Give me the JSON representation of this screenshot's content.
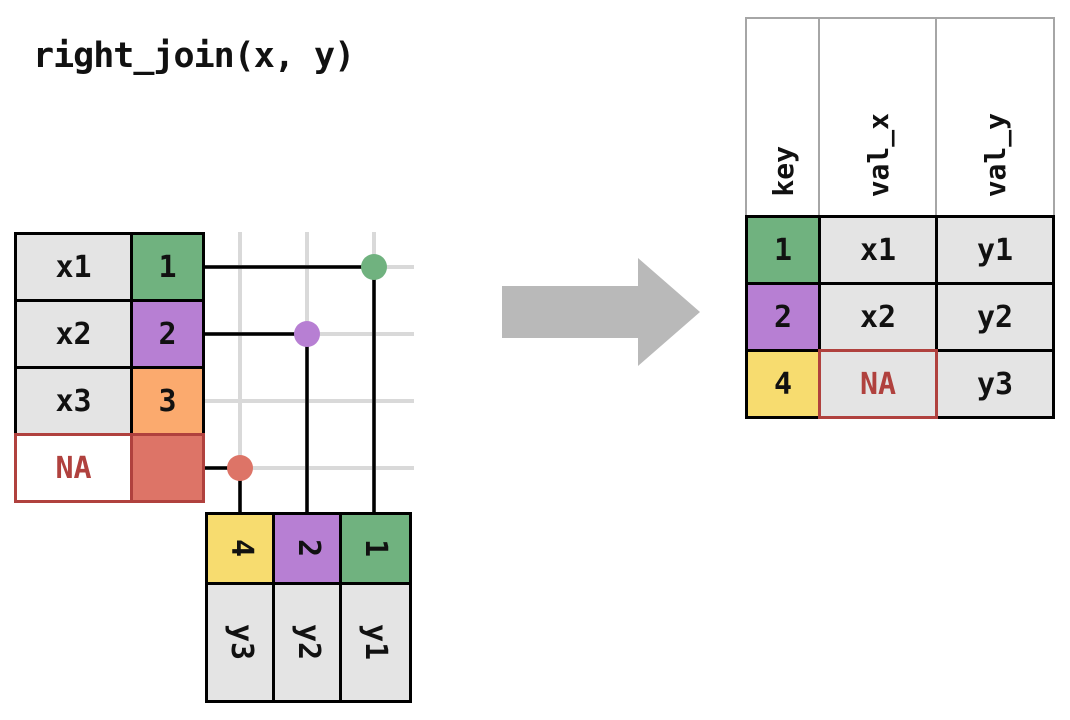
{
  "title": "right_join(x, y)",
  "colors": {
    "green": "#70b27f",
    "purple": "#b77fd3",
    "orange": "#fbaa6e",
    "salmon": "#dd7467",
    "yellow": "#f7dc6f",
    "cell_gray": "#e4e4e4",
    "red": "#b0413e",
    "arrow": "#b9b9b9",
    "grid_line": "#d9d9d9",
    "connector_line": "#000000"
  },
  "table_x": {
    "rows": [
      {
        "val": "x1",
        "key": "1",
        "key_color": "green"
      },
      {
        "val": "x2",
        "key": "2",
        "key_color": "purple"
      },
      {
        "val": "x3",
        "key": "3",
        "key_color": "orange"
      },
      {
        "val": "NA",
        "key": "",
        "key_color": "salmon"
      }
    ]
  },
  "table_y": {
    "cols": [
      {
        "key": "4",
        "val": "y3",
        "key_color": "yellow"
      },
      {
        "key": "2",
        "val": "y2",
        "key_color": "purple"
      },
      {
        "key": "1",
        "val": "y1",
        "key_color": "green"
      }
    ]
  },
  "result": {
    "headers": {
      "key": "key",
      "val_x": "val_x",
      "val_y": "val_y"
    },
    "rows": [
      {
        "key": "1",
        "key_color": "green",
        "val_x": "x1",
        "val_y": "y1"
      },
      {
        "key": "2",
        "key_color": "purple",
        "val_x": "x2",
        "val_y": "y2"
      },
      {
        "key": "4",
        "key_color": "yellow",
        "val_x": "NA",
        "val_y": "y3"
      }
    ]
  }
}
